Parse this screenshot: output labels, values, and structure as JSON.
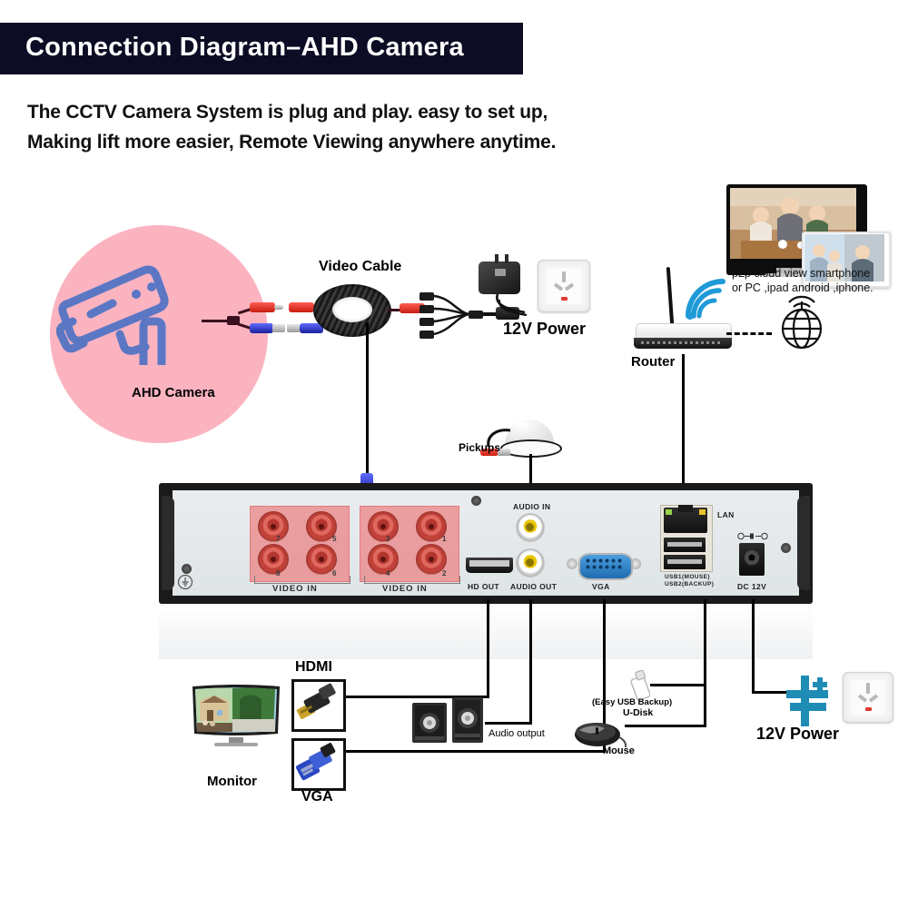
{
  "header": {
    "title": "Connection Diagram–AHD Camera",
    "bar_color": "#0c0c24",
    "subtitle_line1": "The CCTV Camera System is plug and play. easy to set up,",
    "subtitle_line2": "Making lift more easier, Remote Viewing anywhere anytime."
  },
  "camera": {
    "label": "AHD Camera",
    "circle_color": "#fbb3c0",
    "icon_color": "#5b77c4",
    "icon_name": "bullet-camera-icon"
  },
  "cable": {
    "label": "Video Cable"
  },
  "power_top": {
    "label": "12V Power"
  },
  "power_bottom": {
    "label": "12V Power"
  },
  "network": {
    "router_label": "Router",
    "cloud_line1": "p2p cloud view smartphone",
    "cloud_line2": "or PC ,ipad android ,iphone.",
    "wifi_color": "#1f9ad6"
  },
  "pickups": {
    "label": "Pickups"
  },
  "dvr": {
    "video_in_label_left": "VIDEO IN",
    "video_in_label_right": "VIDEO IN",
    "bnc_numbers_top_left": [
      "7",
      "5"
    ],
    "bnc_numbers_bottom_left": [
      "8",
      "6"
    ],
    "bnc_numbers_top_right": [
      "3",
      "1"
    ],
    "bnc_numbers_bottom_right": [
      "4",
      "2"
    ],
    "ports": {
      "hdmi": "HD OUT",
      "audio_in": "AUDIO IN",
      "audio_out": "AUDIO OUT",
      "vga": "VGA",
      "lan": "LAN",
      "usb1": "USB1(MOUSE)",
      "usb2": "USB2(BACKUP)",
      "dc": "DC 12V"
    },
    "bnc_color": "#ee5858",
    "panel_color": "#e9edef"
  },
  "devices": {
    "monitor_label": "Monitor",
    "hdmi_label": "HDMI",
    "vga_label": "VGA",
    "audio_output_label": "Audio output",
    "udisk_label_1": "(Easy USB Backup)",
    "udisk_label_2": "U-Disk",
    "mouse_label": "Mouse"
  }
}
